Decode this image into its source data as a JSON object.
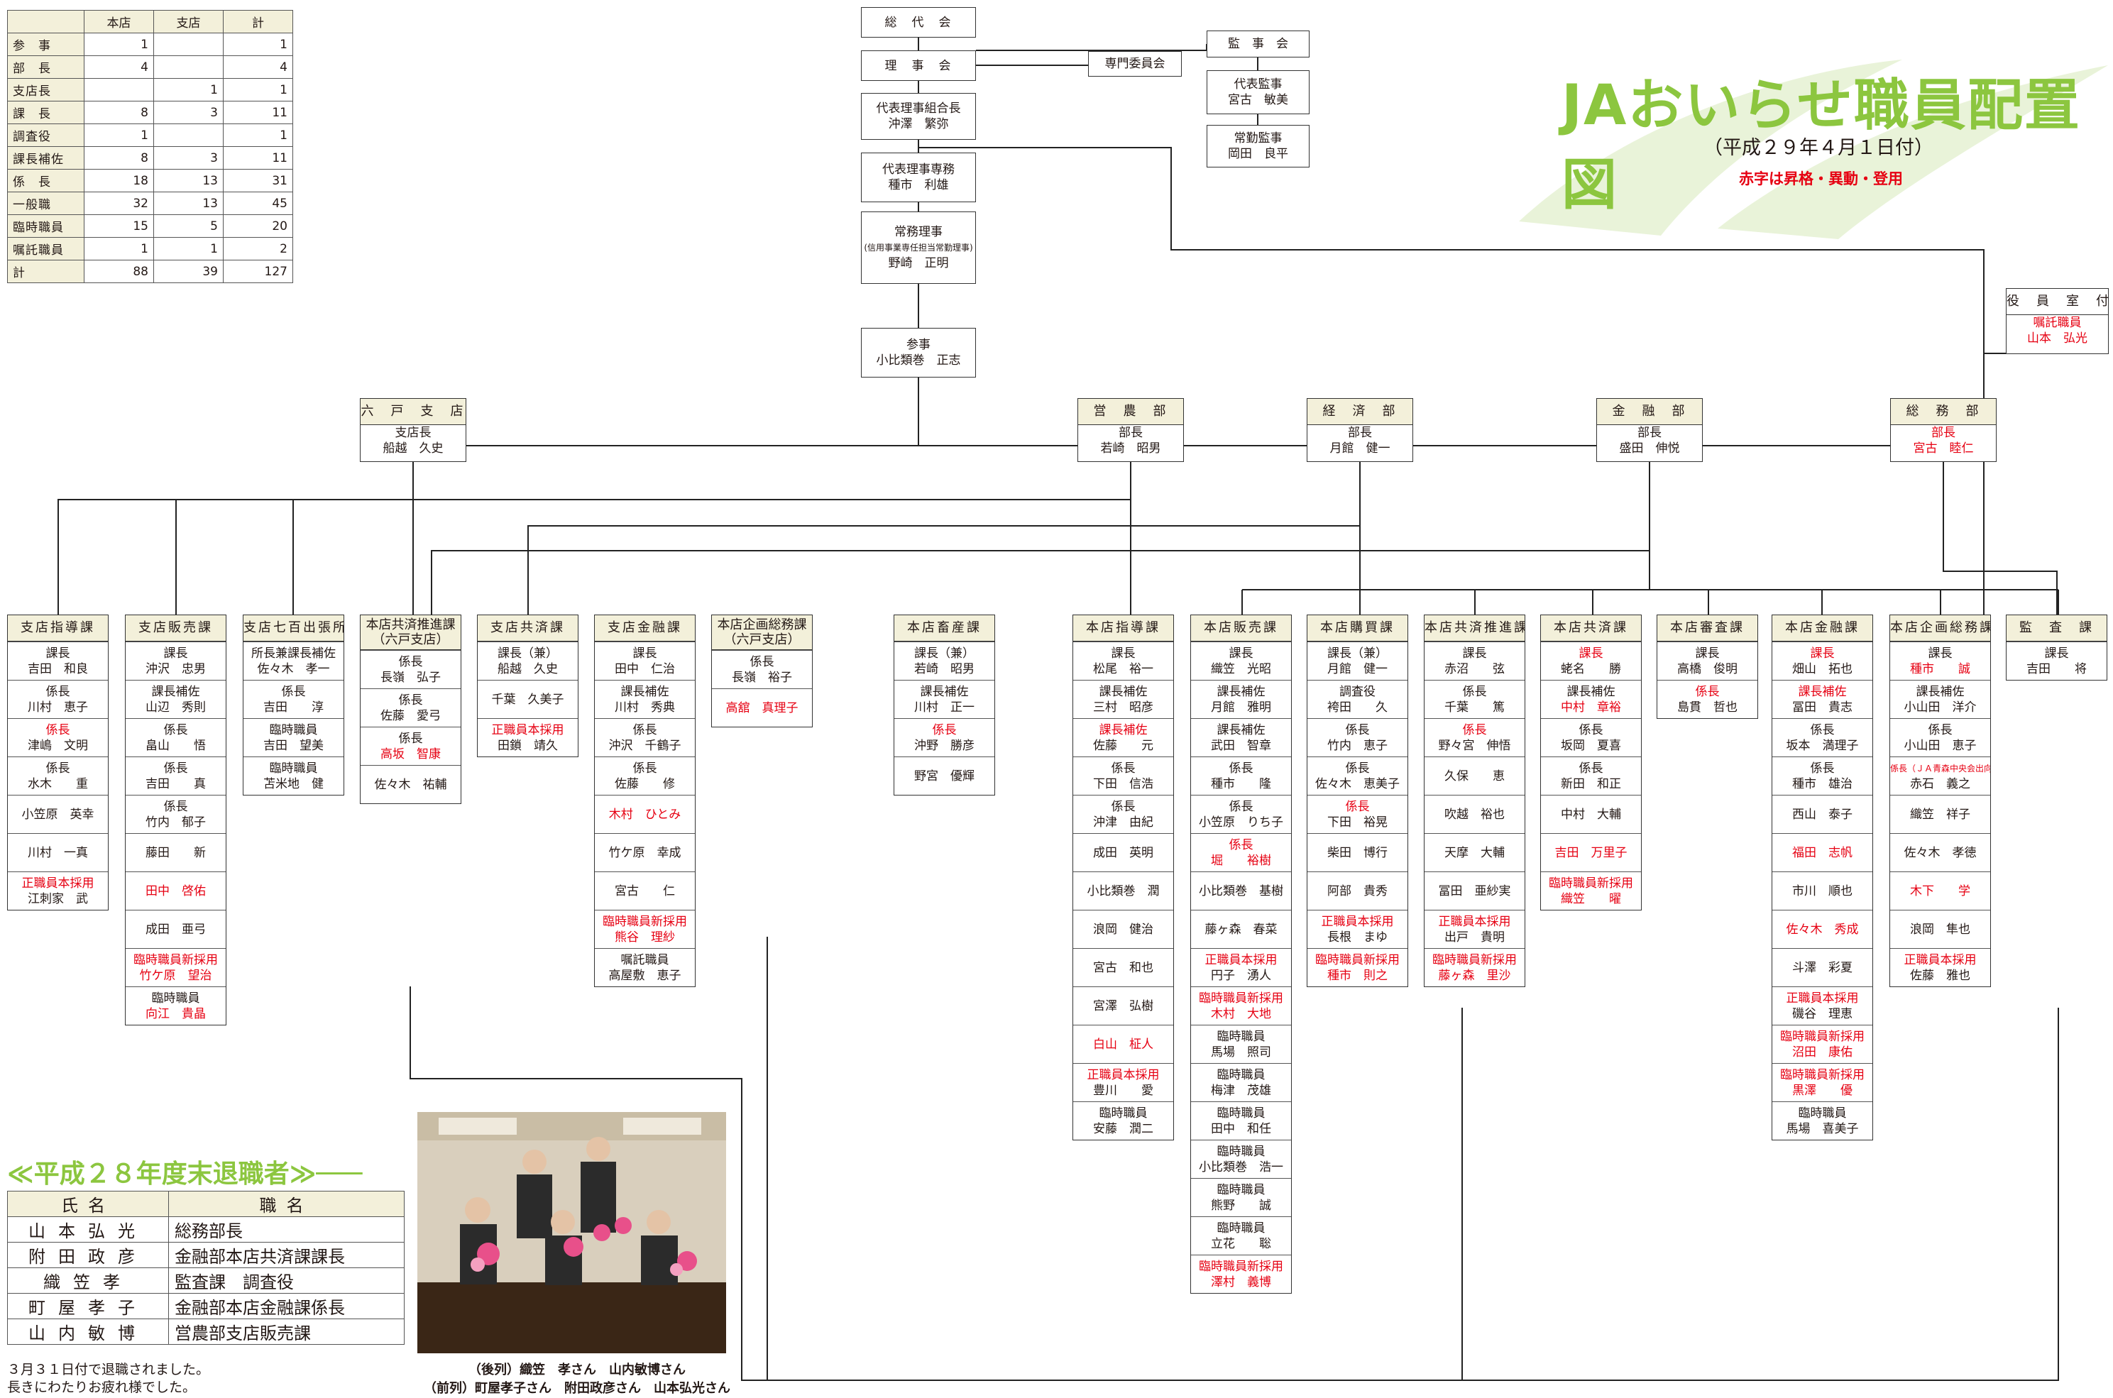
{
  "title": "JAおいらせ職員配置図",
  "date": "（平成２９年４月１日付）",
  "note": "赤字は昇格・異動・登用",
  "stats": {
    "headers": [
      "",
      "本店",
      "支店",
      "計"
    ],
    "rows": [
      {
        "label": "参　事",
        "honten": "1",
        "shiten": "",
        "total": "1"
      },
      {
        "label": "部　長",
        "honten": "4",
        "shiten": "",
        "total": "4"
      },
      {
        "label": "支店長",
        "honten": "",
        "shiten": "1",
        "total": "1"
      },
      {
        "label": "課　長",
        "honten": "8",
        "shiten": "3",
        "total": "11"
      },
      {
        "label": "調査役",
        "honten": "1",
        "shiten": "",
        "total": "1"
      },
      {
        "label": "課長補佐",
        "honten": "8",
        "shiten": "3",
        "total": "11"
      },
      {
        "label": "係　長",
        "honten": "18",
        "shiten": "13",
        "total": "31"
      },
      {
        "label": "一般職",
        "honten": "32",
        "shiten": "13",
        "total": "45"
      },
      {
        "label": "臨時職員",
        "honten": "15",
        "shiten": "5",
        "total": "20"
      },
      {
        "label": "嘱託職員",
        "honten": "1",
        "shiten": "1",
        "total": "2"
      },
      {
        "label": "計",
        "honten": "88",
        "shiten": "39",
        "total": "127"
      }
    ]
  },
  "top": {
    "soudaikai": "総　代　会",
    "rijikai": "理　事　会",
    "senmon": "専門委員会",
    "kanjikai": "監　事　会",
    "daihyo_kanji": [
      "代表監事",
      "宮古　敏美"
    ],
    "jokin_kanji": [
      "常勤監事",
      "岡田　良平"
    ],
    "kumiaicho": [
      "代表理事組合長",
      "沖澤　繁弥"
    ],
    "senmu": [
      "代表理事専務",
      "種市　利雄"
    ],
    "jomu": [
      "常務理事",
      "(信用事業専任担当常勤理事)",
      "野崎　正明"
    ],
    "sanji": [
      "参事",
      "小比類巻　正志"
    ],
    "yakuin": {
      "head": "役　員　室　付",
      "lines": [
        {
          "t": "嘱託職員",
          "red": true
        },
        {
          "t": "山本　弘光",
          "red": true
        }
      ]
    }
  },
  "departments": [
    {
      "head": "六　戸　支　店",
      "lines": [
        "支店長",
        "船越　久史"
      ],
      "red": false
    },
    {
      "head": "営　農　部",
      "lines": [
        "部長",
        "若崎　昭男"
      ],
      "red": false
    },
    {
      "head": "経　済　部",
      "lines": [
        "部長",
        "月館　健一"
      ],
      "red": false
    },
    {
      "head": "金　融　部",
      "lines": [
        "部長",
        "盛田　伸悦"
      ],
      "red": false
    },
    {
      "head": "総　務　部",
      "lines": [
        "部長",
        "宮古　睦仁"
      ],
      "red": true
    }
  ],
  "sections": [
    {
      "head": "支店指導課",
      "cells": [
        [
          {
            "t": "課長"
          },
          {
            "t": "吉田　和良"
          }
        ],
        [
          {
            "t": "係長"
          },
          {
            "t": "川村　恵子"
          }
        ],
        [
          {
            "t": "係長",
            "red": true
          },
          {
            "t": "津嶋　文明"
          }
        ],
        [
          {
            "t": "係長"
          },
          {
            "t": "水木　　重"
          }
        ],
        [
          {
            "t": "小笠原　英幸"
          }
        ],
        [
          {
            "t": "川村　一真"
          }
        ],
        [
          {
            "t": "正職員本採用",
            "red": true
          },
          {
            "t": "江刺家　武"
          }
        ]
      ]
    },
    {
      "head": "支店販売課",
      "cells": [
        [
          {
            "t": "課長"
          },
          {
            "t": "沖沢　忠男"
          }
        ],
        [
          {
            "t": "課長補佐"
          },
          {
            "t": "山辺　秀則"
          }
        ],
        [
          {
            "t": "係長"
          },
          {
            "t": "畠山　　悟"
          }
        ],
        [
          {
            "t": "係長"
          },
          {
            "t": "吉田　　真"
          }
        ],
        [
          {
            "t": "係長"
          },
          {
            "t": "竹内　郁子"
          }
        ],
        [
          {
            "t": "藤田　　新"
          }
        ],
        [
          {
            "t": "田中　啓佑",
            "red": true
          }
        ],
        [
          {
            "t": "成田　亜弓"
          }
        ],
        [
          {
            "t": "臨時職員新採用",
            "red": true
          },
          {
            "t": "竹ケ原　望治",
            "red": true
          }
        ],
        [
          {
            "t": "臨時職員"
          },
          {
            "t": "向江　貴晶",
            "red": true
          }
        ]
      ]
    },
    {
      "head": "支店七百出張所",
      "cells": [
        [
          {
            "t": "所長兼課長補佐"
          },
          {
            "t": "佐々木　孝一"
          }
        ],
        [
          {
            "t": "係長"
          },
          {
            "t": "吉田　　淳"
          }
        ],
        [
          {
            "t": "臨時職員"
          },
          {
            "t": "吉田　望美"
          }
        ],
        [
          {
            "t": "臨時職員"
          },
          {
            "t": "苫米地　健"
          }
        ]
      ]
    },
    {
      "head": "本店共済推進課（六戸支店）",
      "two": true,
      "cells": [
        [
          {
            "t": "係長"
          },
          {
            "t": "長嶺　弘子"
          }
        ],
        [
          {
            "t": "係長"
          },
          {
            "t": "佐藤　愛弓"
          }
        ],
        [
          {
            "t": "係長"
          },
          {
            "t": "高坂　智康",
            "red": true
          }
        ],
        [
          {
            "t": "佐々木　祐輔"
          }
        ]
      ]
    },
    {
      "head": "支店共済課",
      "cells": [
        [
          {
            "t": "課長（兼）"
          },
          {
            "t": "船越　久史"
          }
        ],
        [
          {
            "t": "千葉　久美子"
          }
        ],
        [
          {
            "t": "正職員本採用",
            "red": true
          },
          {
            "t": "田鎖　靖久"
          }
        ]
      ]
    },
    {
      "head": "支店金融課",
      "cells": [
        [
          {
            "t": "課長"
          },
          {
            "t": "田中　仁治"
          }
        ],
        [
          {
            "t": "課長補佐"
          },
          {
            "t": "川村　秀典"
          }
        ],
        [
          {
            "t": "係長"
          },
          {
            "t": "沖沢　千鶴子"
          }
        ],
        [
          {
            "t": "係長"
          },
          {
            "t": "佐藤　　修"
          }
        ],
        [
          {
            "t": "木村　ひとみ",
            "red": true
          }
        ],
        [
          {
            "t": "竹ケ原　幸成"
          }
        ],
        [
          {
            "t": "宮古　　仁"
          }
        ],
        [
          {
            "t": "臨時職員新採用",
            "red": true
          },
          {
            "t": "熊谷　理紗",
            "red": true
          }
        ],
        [
          {
            "t": "嘱託職員"
          },
          {
            "t": "高屋敷　恵子"
          }
        ]
      ]
    },
    {
      "head": "本店企画総務課（六戸支店）",
      "two": true,
      "cells": [
        [
          {
            "t": "係長"
          },
          {
            "t": "長嶺　裕子"
          }
        ],
        [
          {
            "t": "高舘　真理子",
            "red": true
          }
        ]
      ]
    },
    {
      "head": "本店畜産課",
      "cells": [
        [
          {
            "t": "課長（兼）"
          },
          {
            "t": "若崎　昭男"
          }
        ],
        [
          {
            "t": "課長補佐"
          },
          {
            "t": "川村　正一"
          }
        ],
        [
          {
            "t": "係長",
            "red": true
          },
          {
            "t": "沖野　勝彦"
          }
        ],
        [
          {
            "t": "野宮　優輝"
          }
        ]
      ]
    },
    {
      "head": "本店指導課",
      "cells": [
        [
          {
            "t": "課長"
          },
          {
            "t": "松尾　裕一"
          }
        ],
        [
          {
            "t": "課長補佐"
          },
          {
            "t": "三村　昭彦"
          }
        ],
        [
          {
            "t": "課長補佐",
            "red": true
          },
          {
            "t": "佐藤　　元"
          }
        ],
        [
          {
            "t": "係長"
          },
          {
            "t": "下田　信浩"
          }
        ],
        [
          {
            "t": "係長"
          },
          {
            "t": "沖津　由紀"
          }
        ],
        [
          {
            "t": "成田　英明"
          }
        ],
        [
          {
            "t": "小比類巻　潤"
          }
        ],
        [
          {
            "t": "浪岡　健治"
          }
        ],
        [
          {
            "t": "宮古　和也"
          }
        ],
        [
          {
            "t": "宮澤　弘樹"
          }
        ],
        [
          {
            "t": "白山　柾人",
            "red": true
          }
        ],
        [
          {
            "t": "正職員本採用",
            "red": true
          },
          {
            "t": "豊川　　愛"
          }
        ],
        [
          {
            "t": "臨時職員"
          },
          {
            "t": "安藤　潤二"
          }
        ]
      ]
    },
    {
      "head": "本店販売課",
      "cells": [
        [
          {
            "t": "課長"
          },
          {
            "t": "織笠　光昭"
          }
        ],
        [
          {
            "t": "課長補佐"
          },
          {
            "t": "月館　雅明"
          }
        ],
        [
          {
            "t": "課長補佐"
          },
          {
            "t": "武田　智章"
          }
        ],
        [
          {
            "t": "係長"
          },
          {
            "t": "種市　　隆"
          }
        ],
        [
          {
            "t": "係長"
          },
          {
            "t": "小笠原　りち子"
          }
        ],
        [
          {
            "t": "係長",
            "red": true
          },
          {
            "t": "堀　　裕樹",
            "red": true
          }
        ],
        [
          {
            "t": "小比類巻　基樹"
          }
        ],
        [
          {
            "t": "藤ヶ森　春菜"
          }
        ],
        [
          {
            "t": "正職員本採用",
            "red": true
          },
          {
            "t": "円子　湧人"
          }
        ],
        [
          {
            "t": "臨時職員新採用",
            "red": true
          },
          {
            "t": "木村　大地",
            "red": true
          }
        ],
        [
          {
            "t": "臨時職員"
          },
          {
            "t": "馬場　照司"
          }
        ],
        [
          {
            "t": "臨時職員"
          },
          {
            "t": "梅津　茂雄"
          }
        ],
        [
          {
            "t": "臨時職員"
          },
          {
            "t": "田中　和任"
          }
        ],
        [
          {
            "t": "臨時職員"
          },
          {
            "t": "小比類巻　浩一"
          }
        ],
        [
          {
            "t": "臨時職員"
          },
          {
            "t": "熊野　　誠"
          }
        ],
        [
          {
            "t": "臨時職員"
          },
          {
            "t": "立花　　聡"
          }
        ],
        [
          {
            "t": "臨時職員新採用",
            "red": true
          },
          {
            "t": "澤村　義博",
            "red": true
          }
        ]
      ]
    },
    {
      "head": "本店購買課",
      "cells": [
        [
          {
            "t": "課長（兼）"
          },
          {
            "t": "月館　健一"
          }
        ],
        [
          {
            "t": "調査役"
          },
          {
            "t": "袴田　　久"
          }
        ],
        [
          {
            "t": "係長"
          },
          {
            "t": "竹内　恵子"
          }
        ],
        [
          {
            "t": "係長"
          },
          {
            "t": "佐々木　恵美子"
          }
        ],
        [
          {
            "t": "係長",
            "red": true
          },
          {
            "t": "下田　裕晃"
          }
        ],
        [
          {
            "t": "柴田　博行"
          }
        ],
        [
          {
            "t": "阿部　貴秀"
          }
        ],
        [
          {
            "t": "正職員本採用",
            "red": true
          },
          {
            "t": "長根　まゆ"
          }
        ],
        [
          {
            "t": "臨時職員新採用",
            "red": true
          },
          {
            "t": "種市　則之",
            "red": true
          }
        ]
      ]
    },
    {
      "head": "本店共済推進課",
      "cells": [
        [
          {
            "t": "課長"
          },
          {
            "t": "赤沼　　弦"
          }
        ],
        [
          {
            "t": "係長"
          },
          {
            "t": "千葉　　篤"
          }
        ],
        [
          {
            "t": "係長",
            "red": true
          },
          {
            "t": "野々宮　伸悟"
          }
        ],
        [
          {
            "t": "久保　　恵"
          }
        ],
        [
          {
            "t": "吹越　裕也"
          }
        ],
        [
          {
            "t": "天摩　大輔"
          }
        ],
        [
          {
            "t": "冨田　亜紗実"
          }
        ],
        [
          {
            "t": "正職員本採用",
            "red": true
          },
          {
            "t": "出戸　貴明"
          }
        ],
        [
          {
            "t": "臨時職員新採用",
            "red": true
          },
          {
            "t": "藤ヶ森　里沙",
            "red": true
          }
        ]
      ]
    },
    {
      "head": "本店共済課",
      "cells": [
        [
          {
            "t": "課長",
            "red": true
          },
          {
            "t": "蛯名　　勝"
          }
        ],
        [
          {
            "t": "課長補佐"
          },
          {
            "t": "中村　章裕",
            "red": true
          }
        ],
        [
          {
            "t": "係長"
          },
          {
            "t": "坂岡　夏喜"
          }
        ],
        [
          {
            "t": "係長"
          },
          {
            "t": "新田　和正"
          }
        ],
        [
          {
            "t": "中村　大輔"
          }
        ],
        [
          {
            "t": "吉田　万里子",
            "red": true
          }
        ],
        [
          {
            "t": "臨時職員新採用",
            "red": true
          },
          {
            "t": "織笠　　曜",
            "red": true
          }
        ]
      ]
    },
    {
      "head": "本店審査課",
      "cells": [
        [
          {
            "t": "課長"
          },
          {
            "t": "高橋　俊明"
          }
        ],
        [
          {
            "t": "係長",
            "red": true
          },
          {
            "t": "島貫　哲也"
          }
        ]
      ]
    },
    {
      "head": "本店金融課",
      "cells": [
        [
          {
            "t": "課長",
            "red": true
          },
          {
            "t": "畑山　拓也"
          }
        ],
        [
          {
            "t": "課長補佐",
            "red": true
          },
          {
            "t": "冨田　貴志"
          }
        ],
        [
          {
            "t": "係長"
          },
          {
            "t": "坂本　満理子"
          }
        ],
        [
          {
            "t": "係長"
          },
          {
            "t": "種市　雄治"
          }
        ],
        [
          {
            "t": "西山　泰子"
          }
        ],
        [
          {
            "t": "福田　志帆",
            "red": true
          }
        ],
        [
          {
            "t": "市川　順也"
          }
        ],
        [
          {
            "t": "佐々木　秀成",
            "red": true
          }
        ],
        [
          {
            "t": "斗澤　彩夏"
          }
        ],
        [
          {
            "t": "正職員本採用",
            "red": true
          },
          {
            "t": "磯谷　理恵"
          }
        ],
        [
          {
            "t": "臨時職員新採用",
            "red": true
          },
          {
            "t": "沼田　康佑",
            "red": true
          }
        ],
        [
          {
            "t": "臨時職員新採用",
            "red": true
          },
          {
            "t": "黒澤　　優",
            "red": true
          }
        ],
        [
          {
            "t": "臨時職員"
          },
          {
            "t": "馬場　喜美子"
          }
        ]
      ]
    },
    {
      "head": "本店企画総務課",
      "cells": [
        [
          {
            "t": "課長"
          },
          {
            "t": "種市　　誠",
            "red": true
          }
        ],
        [
          {
            "t": "課長補佐"
          },
          {
            "t": "小山田　洋介"
          }
        ],
        [
          {
            "t": "係長"
          },
          {
            "t": "小山田　恵子"
          }
        ],
        [
          {
            "t": "係長（ＪＡ青森中央会出向）",
            "red": true,
            "small": true
          },
          {
            "t": "赤石　義之"
          }
        ],
        [
          {
            "t": "織笠　祥子"
          }
        ],
        [
          {
            "t": "佐々木　孝徳"
          }
        ],
        [
          {
            "t": "木下　　学",
            "red": true
          }
        ],
        [
          {
            "t": "浪岡　隼也"
          }
        ],
        [
          {
            "t": "正職員本採用",
            "red": true
          },
          {
            "t": "佐藤　雅也"
          }
        ]
      ]
    },
    {
      "head": "監　査　課",
      "cells": [
        [
          {
            "t": "課長"
          },
          {
            "t": "吉田　　将"
          }
        ]
      ]
    }
  ],
  "retire": {
    "title": "≪平成２８年度末退職者≫───",
    "headers": [
      "氏名",
      "職名"
    ],
    "rows": [
      {
        "name": "山本弘光",
        "pos": "総務部長"
      },
      {
        "name": "附田政彦",
        "pos": "金融部本店共済課課長"
      },
      {
        "name": "織笠孝",
        "pos": "監査課　調査役"
      },
      {
        "name": "町屋孝子",
        "pos": "金融部本店金融課係長"
      },
      {
        "name": "山内敏博",
        "pos": "営農部支店販売課"
      }
    ],
    "note1": "３月３１日付で退職されました。",
    "note2": "長きにわたりお疲れ様でした。"
  },
  "caption": {
    "line1": "（後列）織笠　孝さん　山内敏博さん",
    "line2": "（前列）町屋孝子さん　附田政彦さん　山本弘光さん"
  },
  "colors": {
    "accent": "#8cc63f",
    "red": "#e60012",
    "header_bg": "#f3f0da"
  }
}
